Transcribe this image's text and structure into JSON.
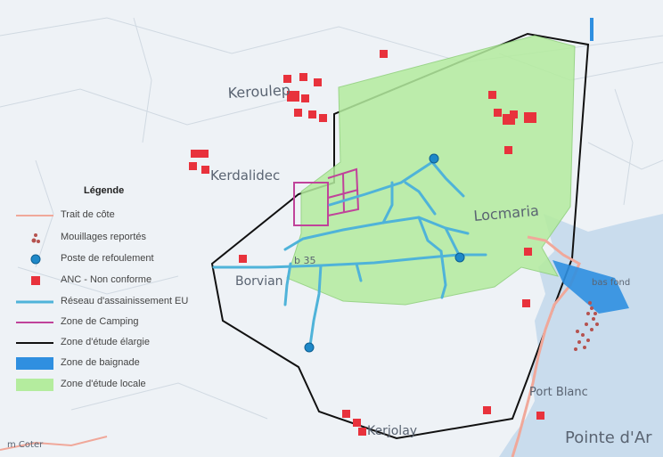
{
  "legend": {
    "title": "Légende",
    "items": [
      {
        "label": "Trait de côte",
        "symbol": "line",
        "color": "#f0a89a"
      },
      {
        "label": "Mouillages reportés",
        "symbol": "anchor",
        "color": "#b5524f"
      },
      {
        "label": "Poste de refoulement",
        "symbol": "circle",
        "color": "#1e88c8"
      },
      {
        "label": "ANC - Non conforme",
        "symbol": "square",
        "color": "#e8323c"
      },
      {
        "label": "Réseau d'assainissement EU",
        "symbol": "line",
        "color": "#4fb3d9"
      },
      {
        "label": "Zone de Camping",
        "symbol": "line",
        "color": "#c0439a"
      },
      {
        "label": "Zone d'étude élargie",
        "symbol": "line",
        "color": "#111111"
      },
      {
        "label": "Zone de baignade",
        "symbol": "fill",
        "color": "#2f8fe0"
      },
      {
        "label": "Zone d'étude locale",
        "symbol": "fill",
        "color": "#b4ec9e"
      }
    ]
  },
  "place_labels": {
    "keroulep": "Keroulep",
    "kerdalidec": "Kerdalidec",
    "locmaria": "Locmaria",
    "borvian": "Borvian",
    "kerjolay": "Kerjolay",
    "port_blanc": "Port Blanc",
    "pointe": "Pointe d'Ar",
    "bas_fond": "bas fond",
    "b35": "b 35",
    "corner": "m Coter"
  }
}
